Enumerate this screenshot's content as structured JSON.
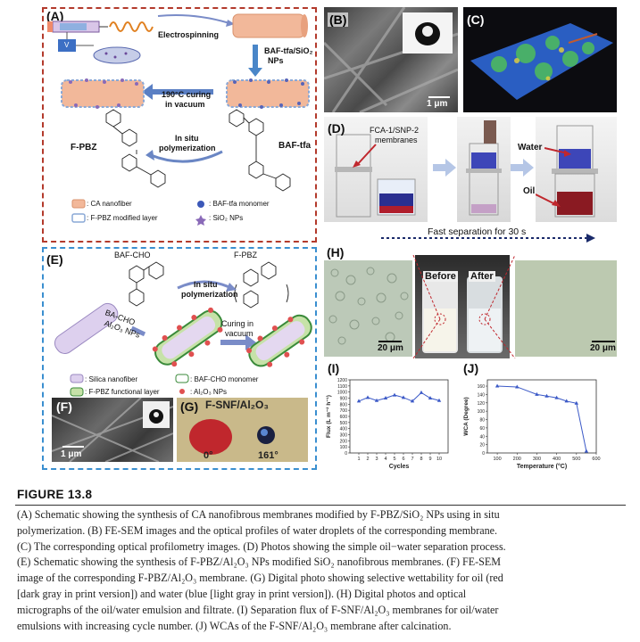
{
  "panels": {
    "A": {
      "tag": "(A)",
      "electrospinning": "Electrospinning",
      "baf_tfa_sio2": "BAF-tfa/SiO₂",
      "nps": "NPs",
      "curing": "190°C curing",
      "in_vacuum": "in vacuum",
      "in_situ": "In situ",
      "polymerization": "polymerization",
      "f_pbz": "F-PBZ",
      "baf_tfa": "BAF-tfa",
      "legend_ca": ": CA nanofiber",
      "legend_fpbz_layer": ": F-PBZ modified layer",
      "legend_monomer": ": BAF-tfa monomer",
      "legend_sio2": ": SiO₂ NPs",
      "voltage": "V"
    },
    "B": {
      "tag": "(B)",
      "scale": "1 μm"
    },
    "C": {
      "tag": "(C)"
    },
    "D": {
      "tag": "(D)",
      "membrane_1": "FCA-1/SNP-2",
      "membrane_2": "membranes",
      "water": "Water",
      "oil": "Oil",
      "fast_sep": "Fast separation for 30 s"
    },
    "E": {
      "tag": "(E)",
      "baf_cho": "BAF-CHO",
      "f_pbz": "F-PBZ",
      "in_situ": "In situ",
      "polymerization": "polymerization",
      "ba_cho": "BA-CHO",
      "al2o3_nps": "Al₂O₃ NPs",
      "curing_in": "Curing in",
      "vacuum": "vacuum",
      "legend_silica": ": Silica nanofiber",
      "legend_monomer": ": BAF-CHO monomer",
      "legend_functional": ": F-PBZ functional layer",
      "legend_al2o3": ": Al₂O₃ NPs"
    },
    "F": {
      "tag": "(F)",
      "scale": "1 μm"
    },
    "G": {
      "tag": "(G)",
      "title": "F-SNF/Al₂O₃",
      "angle_oil": "0°",
      "angle_water": "161°"
    },
    "H": {
      "tag": "(H)",
      "before": "Before",
      "after": "After",
      "scale_left": "20 μm",
      "scale_right": "20 μm"
    },
    "I": {
      "tag": "(I)"
    },
    "J": {
      "tag": "(J)"
    }
  },
  "chart_data": [
    {
      "type": "line",
      "panel": "I",
      "xlabel": "Cycles",
      "ylabel": "Flux (L m⁻² h⁻¹)",
      "x": [
        1,
        2,
        3,
        4,
        5,
        6,
        7,
        8,
        9,
        10
      ],
      "y": [
        850,
        910,
        860,
        900,
        950,
        910,
        850,
        990,
        900,
        860
      ],
      "xlim": [
        0,
        11
      ],
      "ylim": [
        0,
        1200
      ],
      "xticks": [
        "1",
        "2",
        "3",
        "4",
        "5",
        "6",
        "7",
        "8",
        "9",
        "10"
      ],
      "yticks": [
        "0",
        "100",
        "200",
        "300",
        "400",
        "500",
        "600",
        "700",
        "800",
        "900",
        "1000",
        "1100",
        "1200"
      ],
      "color": "#3b59c7"
    },
    {
      "type": "line",
      "panel": "J",
      "xlabel": "Temperature (°C)",
      "ylabel": "WCA (Degree)",
      "x": [
        100,
        200,
        300,
        350,
        400,
        450,
        500,
        550
      ],
      "y": [
        160,
        158,
        140,
        136,
        132,
        124,
        119,
        4
      ],
      "xlim": [
        50,
        600
      ],
      "ylim": [
        0,
        175
      ],
      "xticks": [
        "100",
        "200",
        "300",
        "400",
        "500",
        "600"
      ],
      "yticks": [
        "0",
        "20",
        "40",
        "60",
        "80",
        "100",
        "120",
        "140",
        "160"
      ],
      "color": "#3b59c7"
    }
  ],
  "figure": {
    "title": "FIGURE 13.8",
    "caption_lines": [
      "(A) Schematic showing the synthesis of CA nanofibrous membranes modified by F-PBZ/SiO₂ NPs using in situ",
      "polymerization. (B) FE-SEM images and the optical profiles of water droplets of the corresponding membrane.",
      "(C) The corresponding optical profilometry images. (D) Photos showing the simple oil−water separation process.",
      "(E) Schematic showing the synthesis of F-PBZ/Al₂O₃ NPs modified SiO₂ nanofibrous membranes. (F) FE-SEM",
      "image of the corresponding F-PBZ/Al₂O₃ membrane. (G) Digital photo showing selective wettability for oil (red",
      "[dark gray in print version]) and water (blue [light gray in print version]). (H) Digital photos and optical",
      "micrographs of the oil/water emulsion and filtrate. (I) Separation flux of F-SNF/Al₂O₃ membranes for oil/water",
      "emulsions with increasing cycle number. (J) WCAs of the F-SNF/Al₂O₃ membrane after calcination."
    ]
  },
  "colors": {
    "red_border": "#b33a2c",
    "blue_border": "#3a8fd0",
    "ca_fiber": "#f2b89a",
    "oil_red": "#c0272d",
    "water_blue": "#3d46b8",
    "line_blue": "#3b59c7"
  }
}
